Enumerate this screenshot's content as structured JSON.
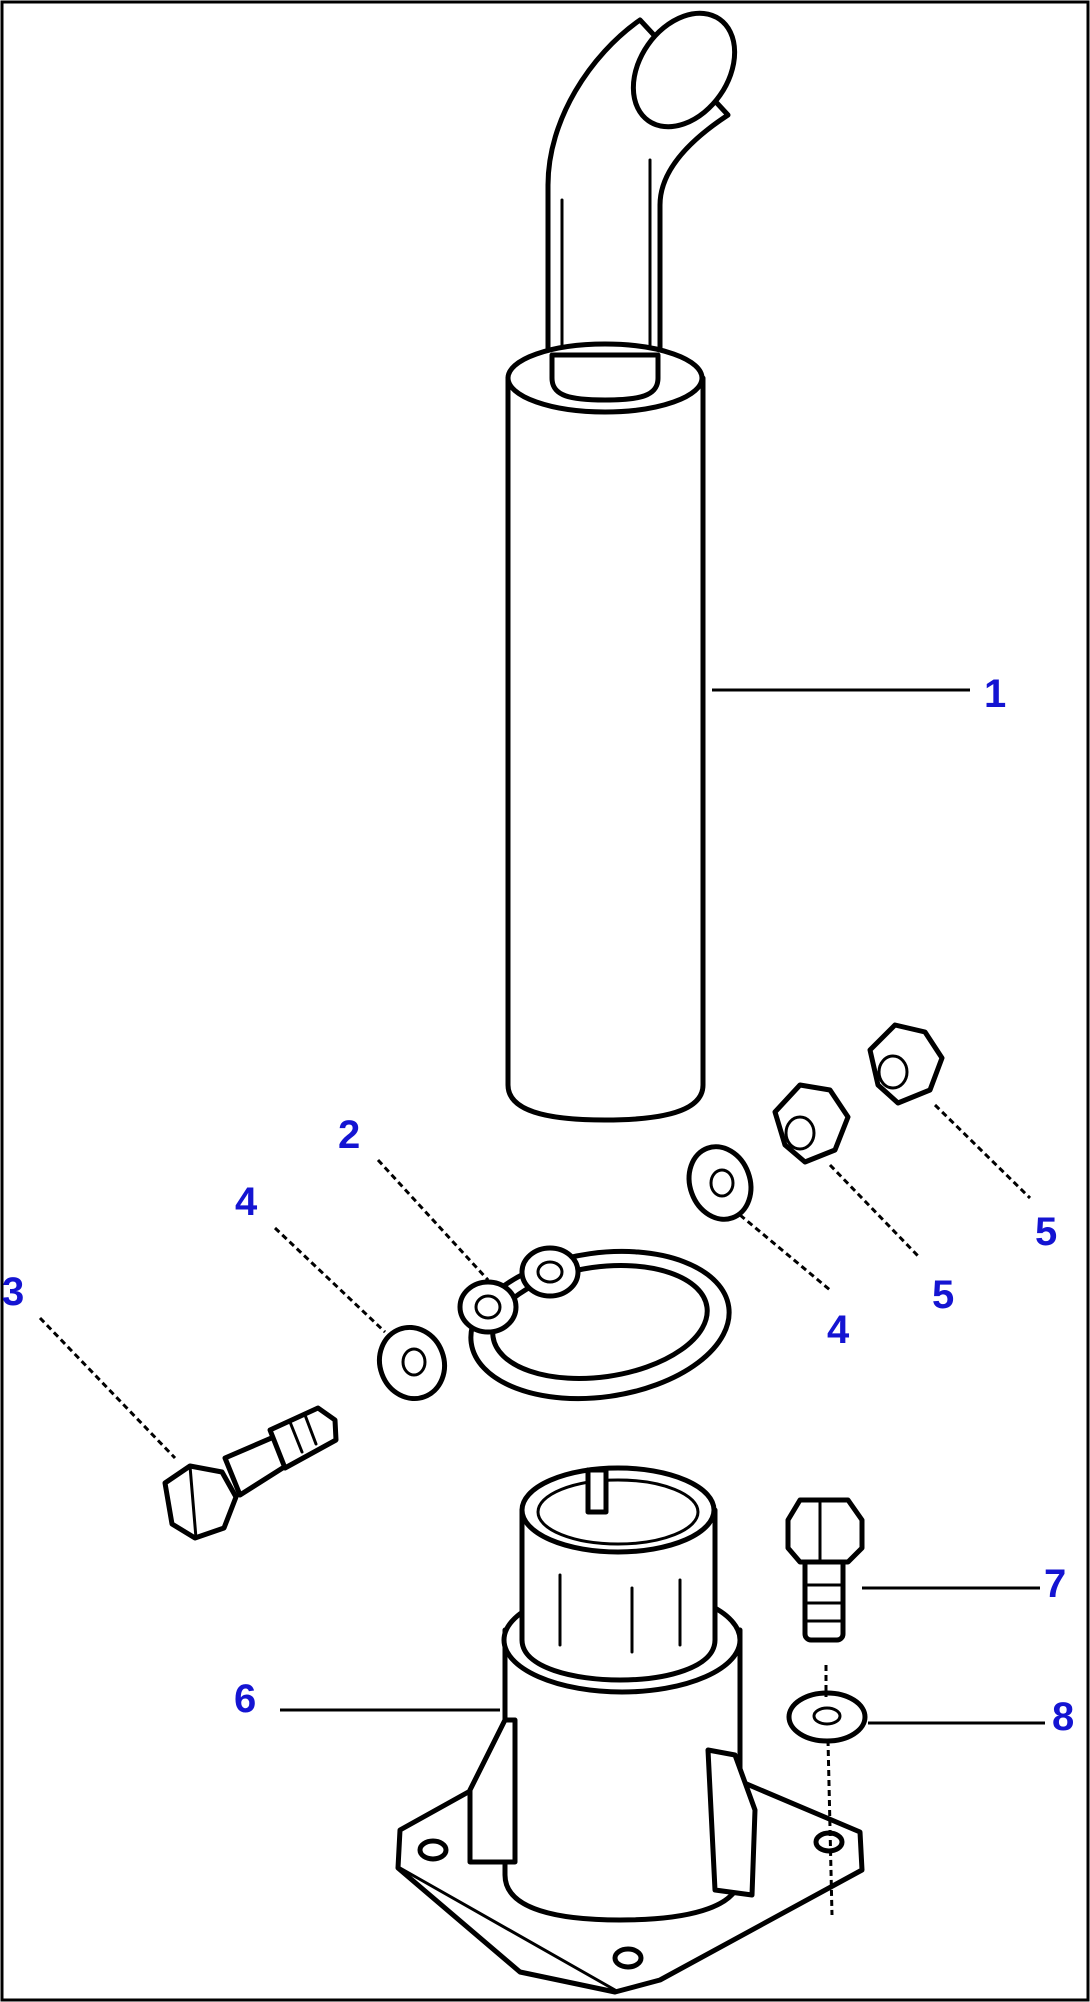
{
  "diagram": {
    "colors": {
      "callout": "#1414d2",
      "line": "#000000",
      "background": "#ffffff"
    },
    "callouts": [
      {
        "id": "c1",
        "label": "1"
      },
      {
        "id": "c2",
        "label": "2"
      },
      {
        "id": "c3",
        "label": "3"
      },
      {
        "id": "c4a",
        "label": "4"
      },
      {
        "id": "c4b",
        "label": "4"
      },
      {
        "id": "c5a",
        "label": "5"
      },
      {
        "id": "c5b",
        "label": "5"
      },
      {
        "id": "c6",
        "label": "6"
      },
      {
        "id": "c7",
        "label": "7"
      },
      {
        "id": "c8",
        "label": "8"
      }
    ]
  }
}
